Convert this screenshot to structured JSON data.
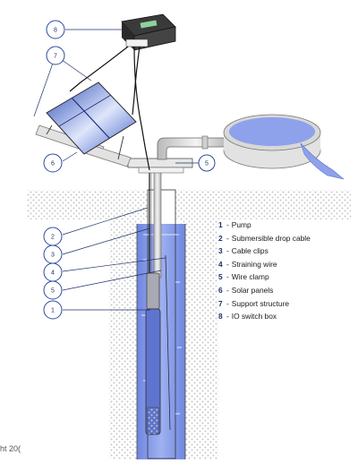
{
  "callouts": [
    "1",
    "2",
    "3",
    "4",
    "5",
    "6",
    "7",
    "8"
  ],
  "legend": [
    {
      "num": "1",
      "label": "Pump"
    },
    {
      "num": "2",
      "label": "Submersible drop cable"
    },
    {
      "num": "3",
      "label": "Cable clips"
    },
    {
      "num": "4",
      "label": "Straining wire"
    },
    {
      "num": "5",
      "label": "Wire clamp"
    },
    {
      "num": "6",
      "label": "Solar panels"
    },
    {
      "num": "7",
      "label": "Support structure"
    },
    {
      "num": "8",
      "label": "IO switch box"
    }
  ],
  "copyright": "ht 20(",
  "colors": {
    "callout_ring": "#2a4aa0",
    "water": "#7d93e6",
    "water_light": "#c3cff5",
    "panel": "#3f63c9",
    "soil_dot": "#c8c8c8"
  }
}
